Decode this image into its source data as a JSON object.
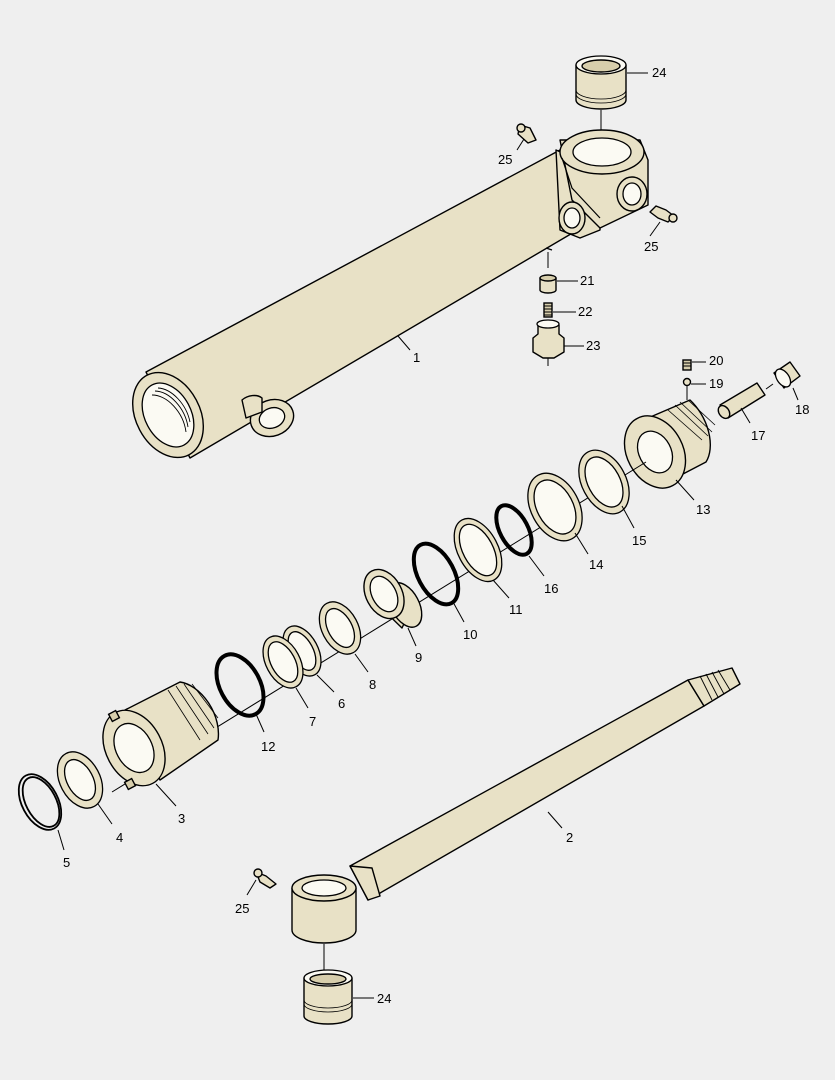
{
  "diagram": {
    "type": "exploded-parts-diagram",
    "background": "#efefef",
    "part_fill": "#e8e1c6",
    "callouts": [
      {
        "id": "c24a",
        "label": "24"
      },
      {
        "id": "c25a",
        "label": "25"
      },
      {
        "id": "c25b",
        "label": "25"
      },
      {
        "id": "c21",
        "label": "21"
      },
      {
        "id": "c22",
        "label": "22"
      },
      {
        "id": "c23",
        "label": "23"
      },
      {
        "id": "c1",
        "label": "1"
      },
      {
        "id": "c20",
        "label": "20"
      },
      {
        "id": "c19",
        "label": "19"
      },
      {
        "id": "c18",
        "label": "18"
      },
      {
        "id": "c17",
        "label": "17"
      },
      {
        "id": "c13",
        "label": "13"
      },
      {
        "id": "c15",
        "label": "15"
      },
      {
        "id": "c14",
        "label": "14"
      },
      {
        "id": "c16",
        "label": "16"
      },
      {
        "id": "c11",
        "label": "11"
      },
      {
        "id": "c10",
        "label": "10"
      },
      {
        "id": "c9",
        "label": "9"
      },
      {
        "id": "c8",
        "label": "8"
      },
      {
        "id": "c6",
        "label": "6"
      },
      {
        "id": "c7",
        "label": "7"
      },
      {
        "id": "c12",
        "label": "12"
      },
      {
        "id": "c3",
        "label": "3"
      },
      {
        "id": "c4",
        "label": "4"
      },
      {
        "id": "c5",
        "label": "5"
      },
      {
        "id": "c2",
        "label": "2"
      },
      {
        "id": "c25c",
        "label": "25"
      },
      {
        "id": "c24b",
        "label": "24"
      }
    ]
  }
}
